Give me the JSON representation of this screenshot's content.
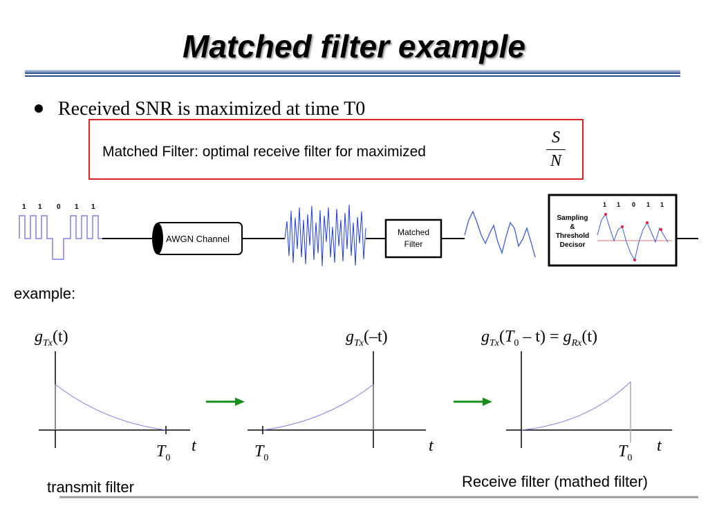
{
  "slide": {
    "title": "Matched filter example",
    "bullet": "Received SNR is maximized at time T0"
  },
  "callout": {
    "text": "Matched Filter: optimal receive filter for maximized",
    "numerator": "S",
    "denominator": "N"
  },
  "system_diagram": {
    "bits": [
      "1",
      "1",
      "0",
      "1",
      "1"
    ],
    "channel_label": "AWGN Channel",
    "filter_label_line1": "Matched",
    "filter_label_line2": "Filter",
    "decision_label_lines": [
      "Sampling",
      "&",
      "Threshold",
      "Decisor"
    ]
  },
  "example_label": "example:",
  "plots": {
    "p1": {
      "func": "g",
      "sub": "Tx",
      "arg": "(t)",
      "axis": "t",
      "mark": "T",
      "mark_sub": "0"
    },
    "p2": {
      "func": "g",
      "sub": "Tx",
      "arg": "(–t)",
      "axis": "t",
      "mark": "T",
      "mark_sub": "0"
    },
    "p3": {
      "lhs_func": "g",
      "lhs_sub": "Tx",
      "lhs_arg_open": "(",
      "lhs_T": "T",
      "lhs_T_sub": "0",
      "lhs_rest": " – t) = ",
      "rhs_func": "g",
      "rhs_sub": "Rx",
      "rhs_arg": "(t)",
      "axis": "t",
      "mark": "T",
      "mark_sub": "0"
    }
  },
  "captions": {
    "transmit": "transmit filter",
    "receive": "Receive filter (mathed filter)"
  },
  "colors": {
    "rule": "#2b4a8b",
    "box_border": "#e02020",
    "arrow": "#1a8c1a",
    "curve": "#8080e0",
    "noise": "#1a3adc"
  }
}
